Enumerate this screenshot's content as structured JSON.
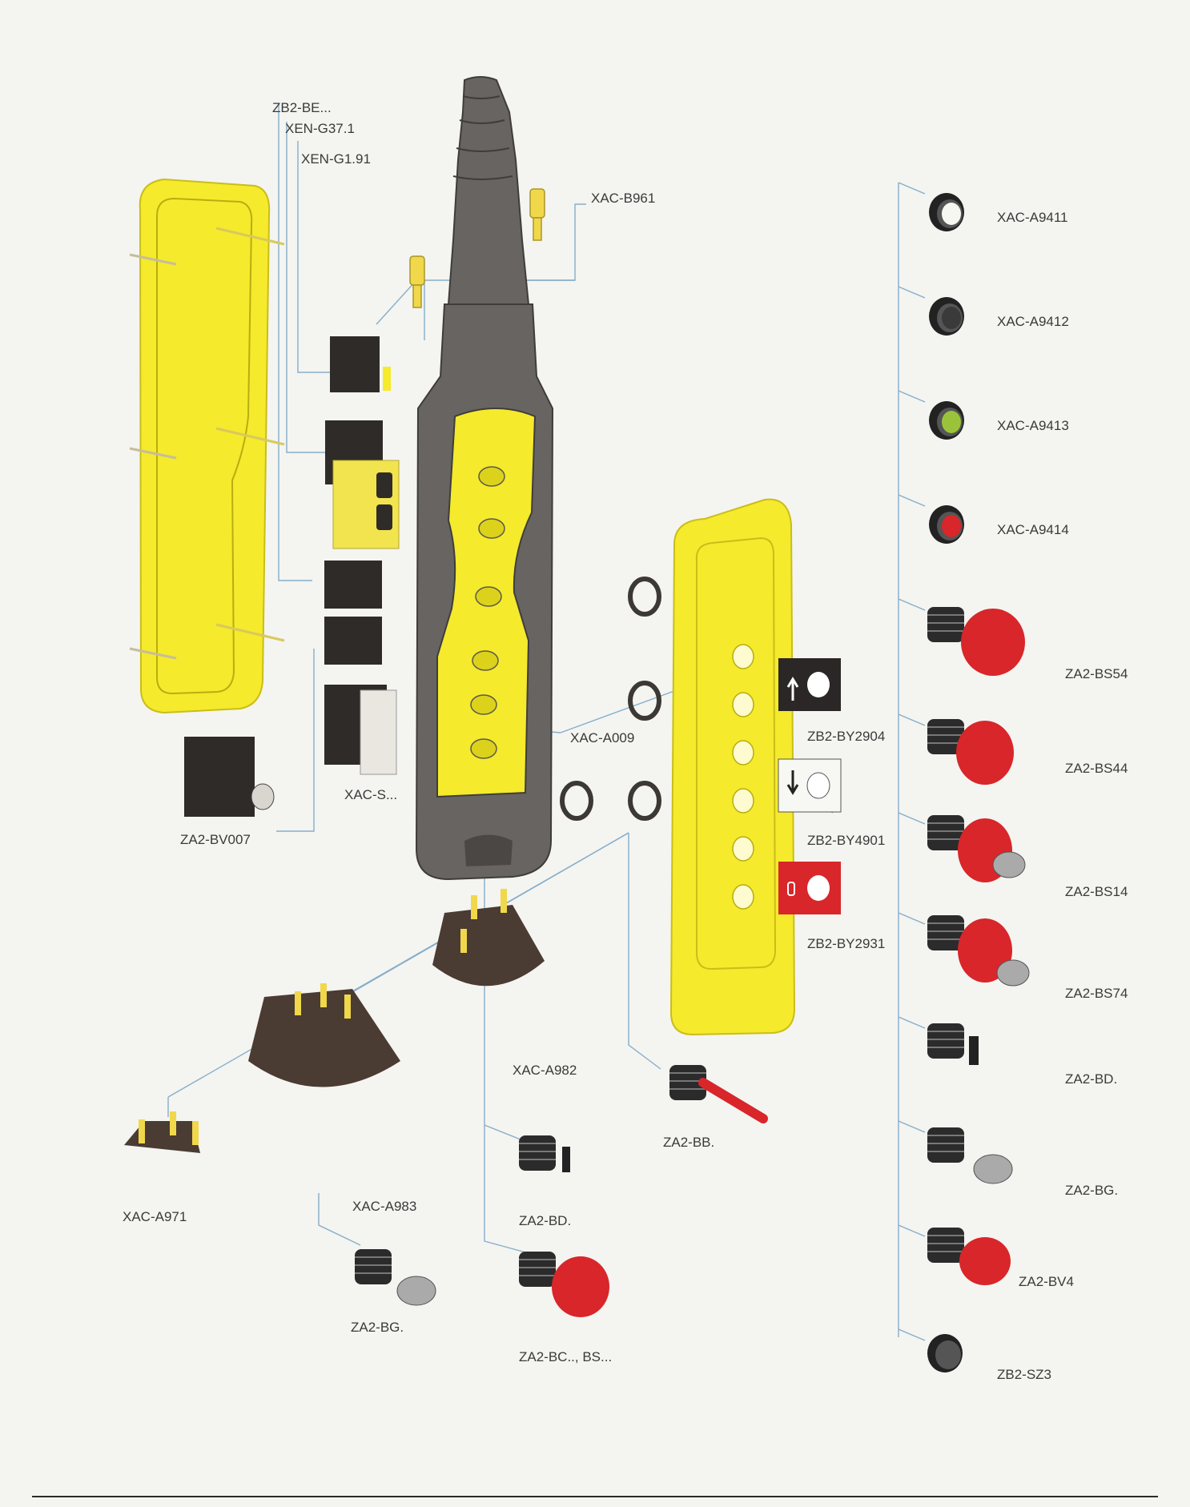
{
  "labels": {
    "zb2_be": "ZB2-BE...",
    "xen_g37": "XEN-G37.1",
    "xen_g191": "XEN-G1.91",
    "xac_b961": "XAC-B961",
    "xac_a9411": "XAC-A9411",
    "xac_a9412": "XAC-A9412",
    "xac_a9413": "XAC-A9413",
    "xac_a9414": "XAC-A9414",
    "za2_bs54": "ZA2-BS54",
    "za2_bs44": "ZA2-BS44",
    "za2_bs14": "ZA2-BS14",
    "za2_bs74": "ZA2-BS74",
    "za2_bd_right": "ZA2-BD.",
    "za2_bg_right": "ZA2-BG.",
    "za2_bv4": "ZA2-BV4",
    "zb2_sz3": "ZB2-SZ3",
    "xac_a009": "XAC-A009",
    "xac_s": "XAC-S...",
    "za2_bv007": "ZA2-BV007",
    "zb2_by2904": "ZB2-BY2904",
    "zb2_by4901": "ZB2-BY4901",
    "zb2_by2931": "ZB2-BY2931",
    "xac_a982": "XAC-A982",
    "za2_bb": "ZA2-BB.",
    "xac_a971": "XAC-A971",
    "xac_a983": "XAC-A983",
    "za2_bd_mid": "ZA2-BD.",
    "za2_bg_left": "ZA2-BG.",
    "za2_bc_bs": "ZA2-BC.., BS..."
  },
  "colors": {
    "yellow": "#f5ea2c",
    "body_grey": "#676461",
    "dark_base": "#4a3b33",
    "red": "#d8262a",
    "green": "#9bc33a",
    "leader": "#86aec9",
    "text": "#3a3a3a"
  }
}
